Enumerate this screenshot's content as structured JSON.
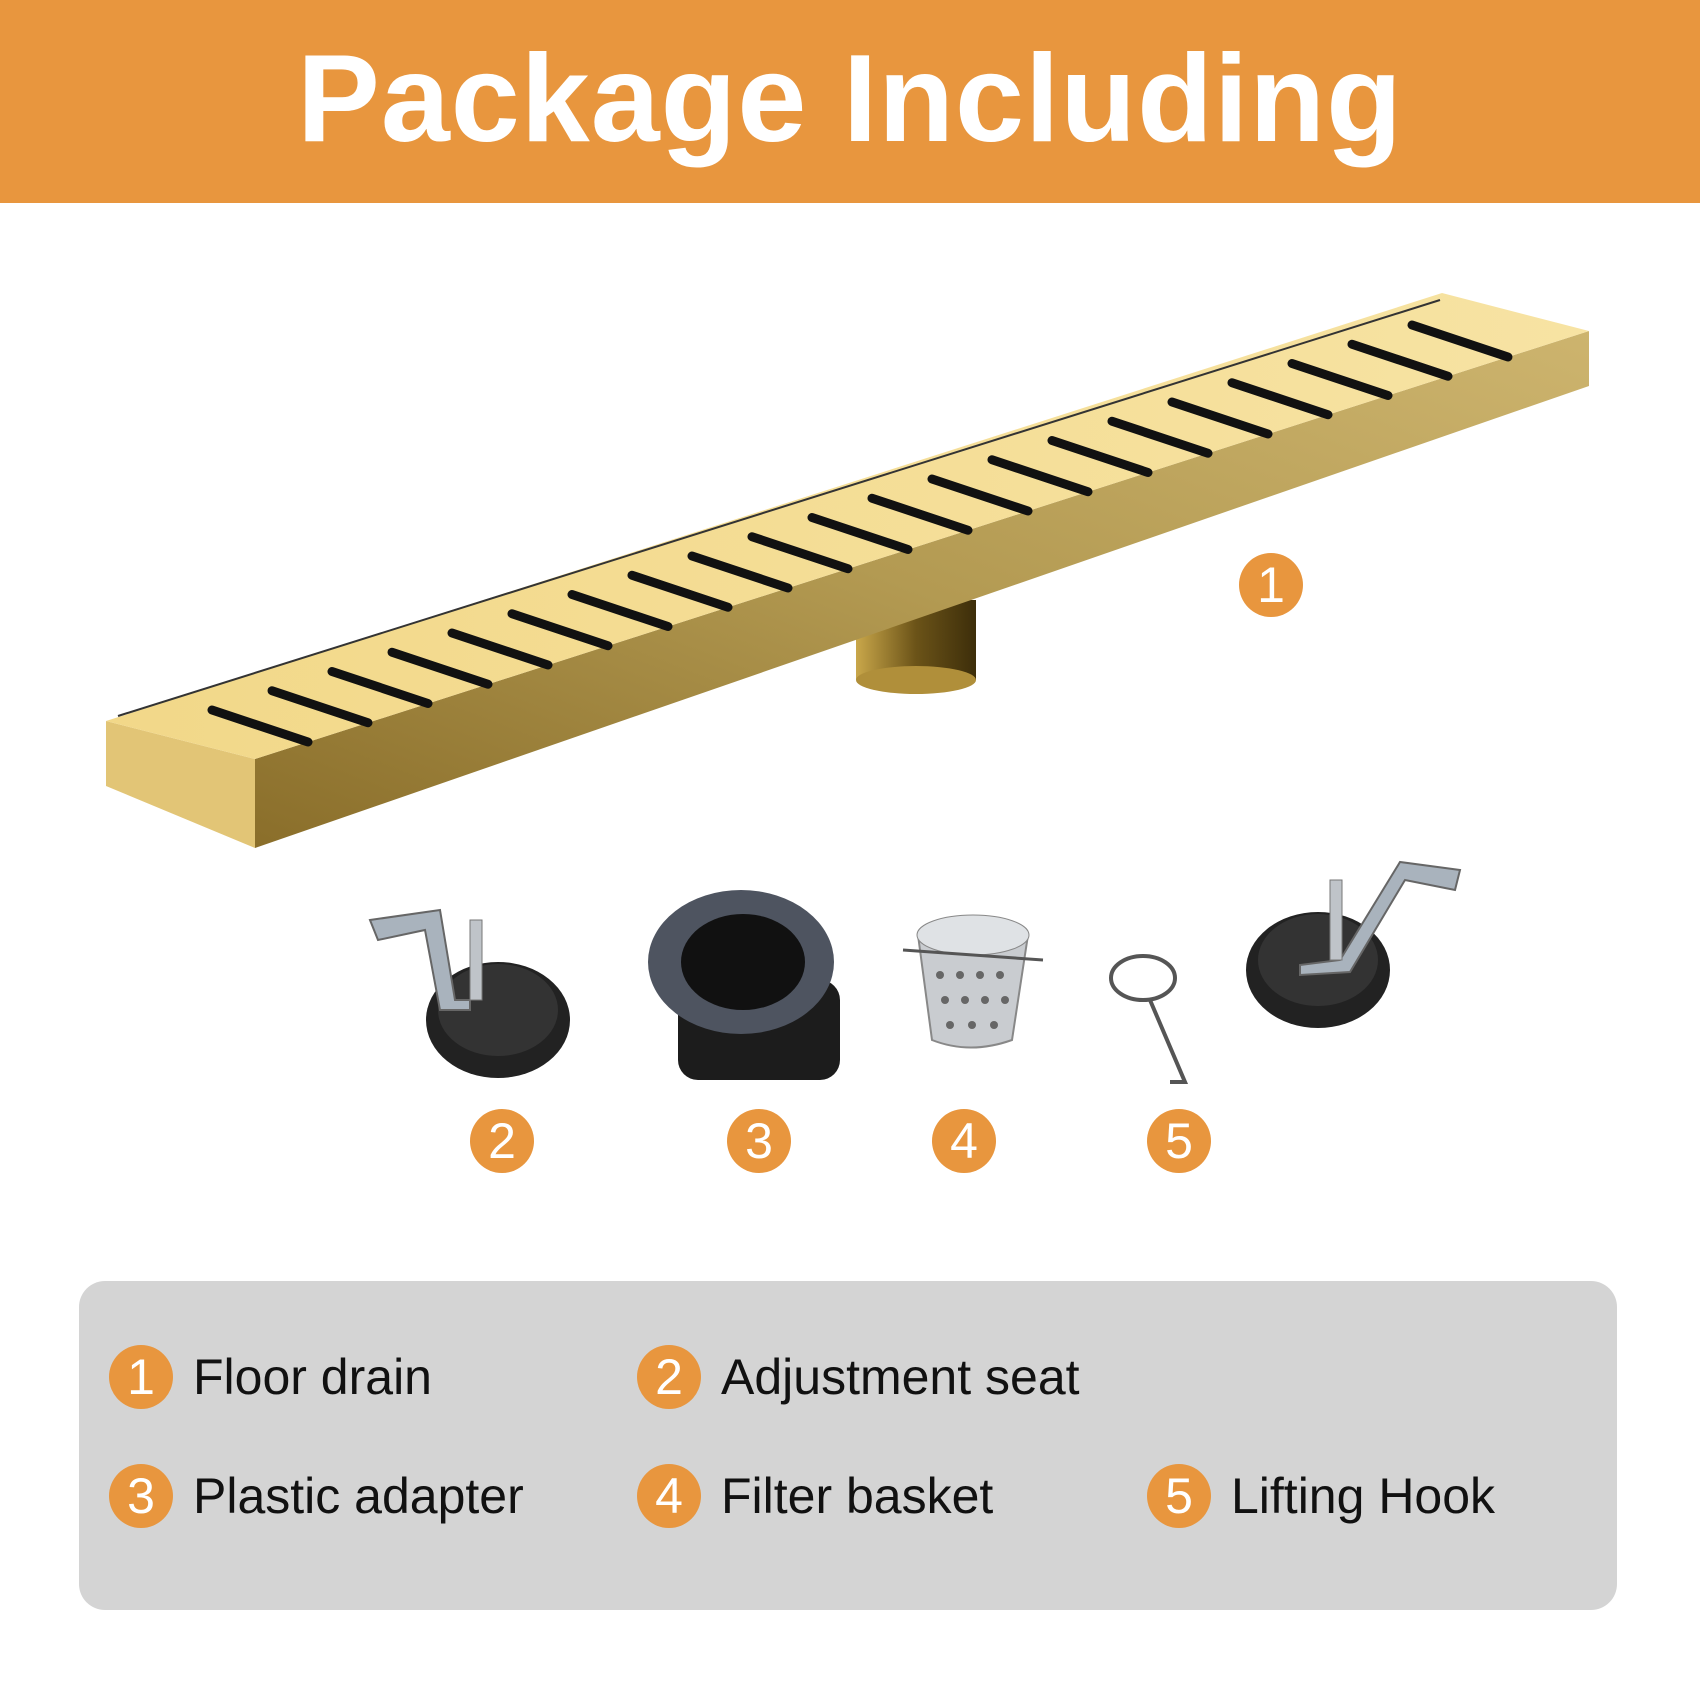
{
  "header": {
    "title": "Package Including"
  },
  "colors": {
    "accent": "#E8963E",
    "panel": "#d4d4d4",
    "gold": "#E9CF7E"
  },
  "badges": [
    "1",
    "2",
    "3",
    "4",
    "5"
  ],
  "legend": [
    {
      "num": "1",
      "label": "Floor drain"
    },
    {
      "num": "2",
      "label": "Adjustment seat"
    },
    {
      "num": "3",
      "label": "Plastic adapter"
    },
    {
      "num": "4",
      "label": "Filter basket"
    },
    {
      "num": "5",
      "label": "Lifting Hook"
    }
  ]
}
